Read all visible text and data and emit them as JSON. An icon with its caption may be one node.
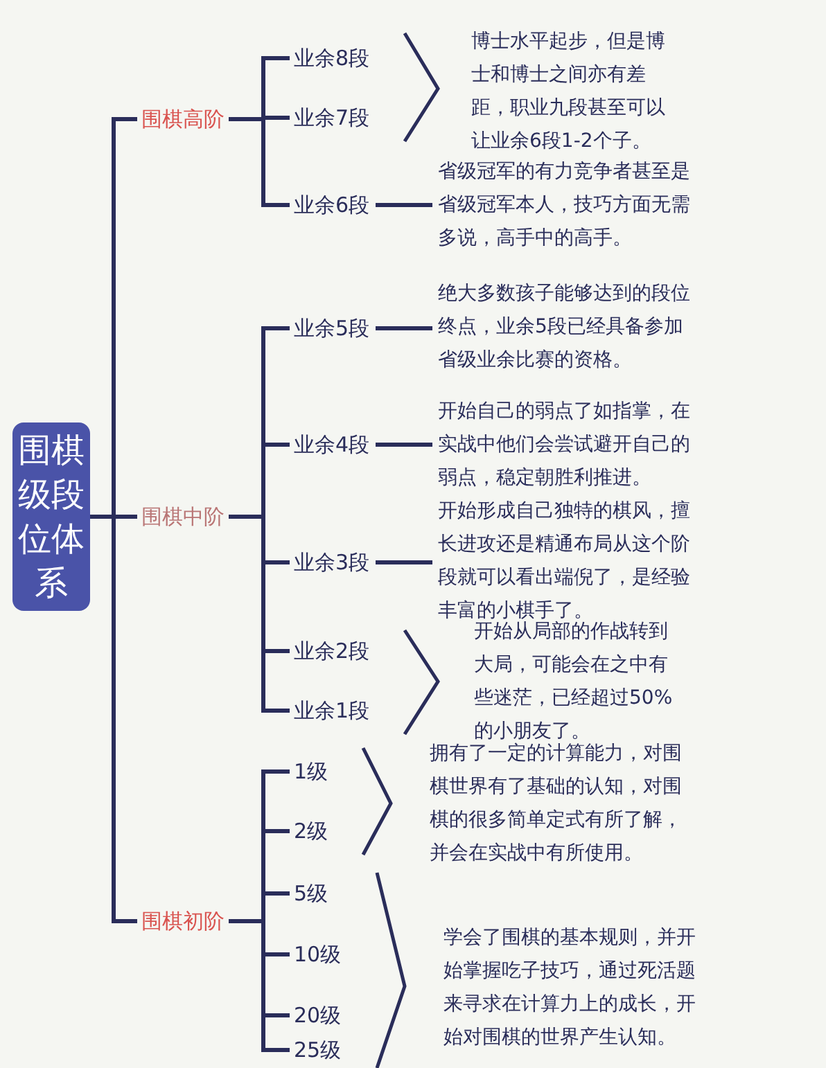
{
  "diagram": {
    "nodes": [
      {
        "text": [
          "围棋级段位体系"
        ]
      },
      {
        "text": [
          "围棋高阶"
        ]
      },
      {
        "text": [
          "业余8段"
        ]
      },
      {
        "text": [
          "业余7段"
        ]
      },
      {
        "text": [
          "博士水平起步，但是博士和博士之间亦有差距，职业九段甚至可以让业余6段1-2个子。"
        ]
      },
      {
        "text": [
          "业余6段"
        ]
      },
      {
        "text": [
          "省级冠军的有力竞争者甚至是省级冠军本人，技巧方面无需多说，高手中的高手。"
        ]
      },
      {
        "text": [
          "围棋中阶"
        ]
      },
      {
        "text": [
          "业余5段"
        ]
      },
      {
        "text": [
          "绝大多数孩子能够达到的段位终点，业余5段已经具备参加省级业余比赛的资格。"
        ]
      },
      {
        "text": [
          "业余4段"
        ]
      },
      {
        "text": [
          "开始自己的弱点了如指掌，在实战中他们会尝试避开自己的弱点，稳定朝胜利推进。"
        ]
      },
      {
        "text": [
          "业余3段"
        ]
      },
      {
        "text": [
          "开始形成自己独特的棋风，擅长进攻还是精通布局从这个阶段就可以看出端倪了，是经验丰富的小棋手了。"
        ]
      },
      {
        "text": [
          "业余2段"
        ]
      },
      {
        "text": [
          "业余1段"
        ]
      },
      {
        "text": [
          "开始从局部的作战转到大局，可能会在之中有些迷茫，已经超过50%的小朋友了。"
        ]
      },
      {
        "text": [
          "围棋初阶"
        ]
      },
      {
        "text": [
          "1级"
        ]
      },
      {
        "text": [
          "2级"
        ]
      },
      {
        "text": [
          "拥有了一定的计算能力，对围棋世界有了基础的认知，对围棋的很多简单定式有所了解，并会在实战中有所使用。"
        ]
      },
      {
        "text": [
          "5级"
        ]
      },
      {
        "text": [
          "10级"
        ]
      },
      {
        "text": [
          "20级"
        ]
      },
      {
        "text": [
          "25级"
        ]
      },
      {
        "text": [
          "学会了围棋的基本规则，并开始掌握吃子技巧，通过死活题来寻求在计算力上的成长，开始对围棋的世界产生认知。"
        ]
      }
    ],
    "edges": [
      {
        "from": 0,
        "to": 1,
        "arrow": "none"
      },
      {
        "from": 0,
        "to": 7,
        "arrow": "none"
      },
      {
        "from": 0,
        "to": 17,
        "arrow": "none"
      },
      {
        "from": 1,
        "to": 2,
        "arrow": "none"
      },
      {
        "from": 1,
        "to": 3,
        "arrow": "none"
      },
      {
        "from": 1,
        "to": 5,
        "arrow": "none"
      },
      {
        "from": 5,
        "to": 6,
        "arrow": "none"
      },
      {
        "from": 7,
        "to": 8,
        "arrow": "none"
      },
      {
        "from": 7,
        "to": 10,
        "arrow": "none"
      },
      {
        "from": 7,
        "to": 12,
        "arrow": "none"
      },
      {
        "from": 7,
        "to": 14,
        "arrow": "none"
      },
      {
        "from": 7,
        "to": 15,
        "arrow": "none"
      },
      {
        "from": 8,
        "to": 9,
        "arrow": "none"
      },
      {
        "from": 10,
        "to": 11,
        "arrow": "none"
      },
      {
        "from": 12,
        "to": 13,
        "arrow": "none"
      },
      {
        "from": 17,
        "to": 18,
        "arrow": "none"
      },
      {
        "from": 17,
        "to": 19,
        "arrow": "none"
      },
      {
        "from": 17,
        "to": 21,
        "arrow": "none"
      },
      {
        "from": 17,
        "to": 22,
        "arrow": "none"
      },
      {
        "from": 17,
        "to": 23,
        "arrow": "none"
      },
      {
        "from": 17,
        "to": 24,
        "arrow": "none"
      }
    ]
  }
}
